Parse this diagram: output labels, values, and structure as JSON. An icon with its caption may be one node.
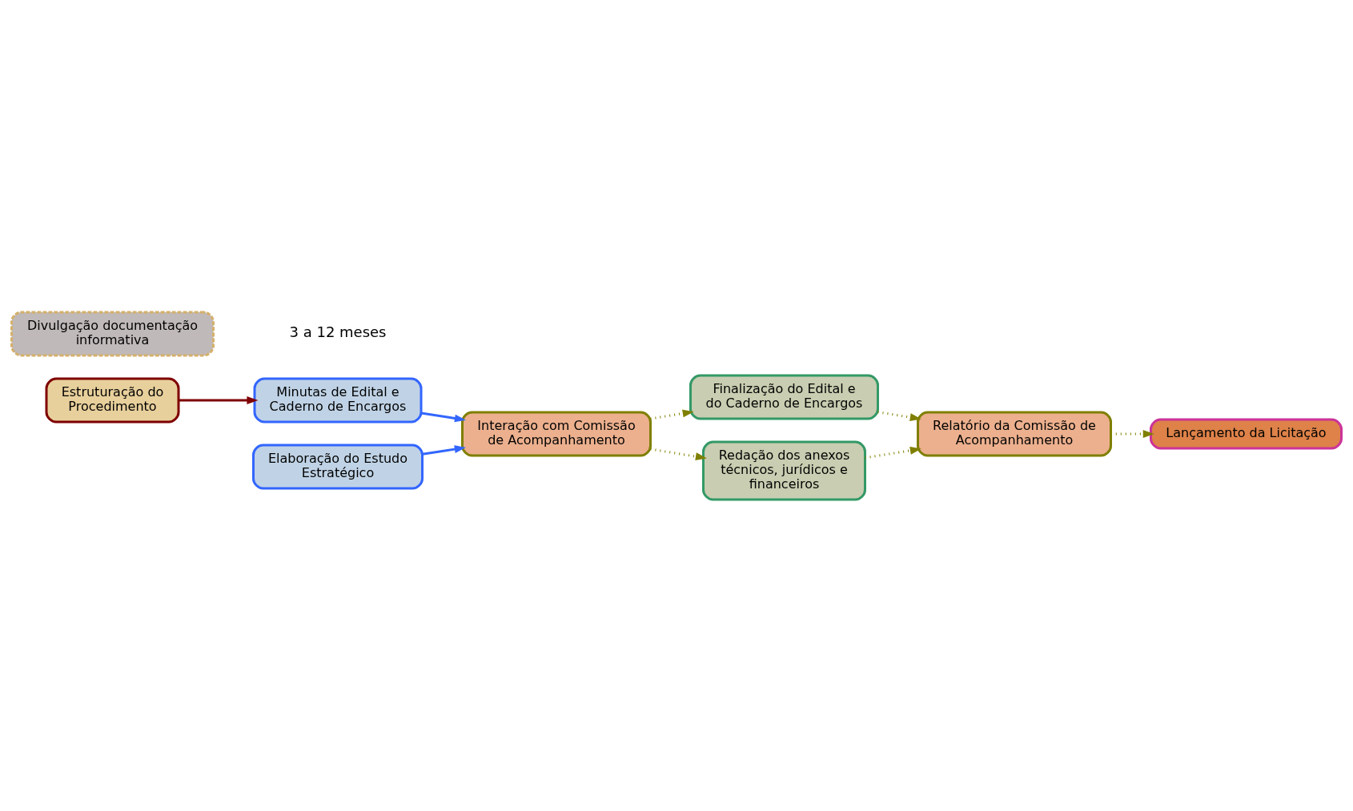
{
  "diagram": {
    "nodes": [
      {
        "text": [
          "Estruturação do Procedimento"
        ]
      },
      {
        "text": [
          "Minutas de Edital e Caderno de Encargos"
        ]
      },
      {
        "text": [
          "Elaboração do Estudo Estratégico"
        ]
      },
      {
        "text": [
          "Interação com Comissão de Acompanhamento"
        ]
      },
      {
        "text": [
          "Relatório da Comissão de Acompanhamento"
        ]
      },
      {
        "text": [
          "Lançamento da Licitação"
        ]
      },
      {
        "text": [
          "Finalização do Edital e do Caderno de Encargos"
        ]
      },
      {
        "text": [
          "Redação dos anexos técnicos, jurídicos e financeiros"
        ]
      },
      {
        "text": [
          "Divulgação documentação informativa"
        ]
      }
    ],
    "edges": [
      {
        "from": 0,
        "to": 1,
        "arrow": "to",
        "color": "#7f0000"
      },
      {
        "from": 1,
        "to": 3,
        "arrow": "to",
        "color": "#3366ff"
      },
      {
        "from": 2,
        "to": 3,
        "arrow": "to",
        "color": "#3366ff"
      },
      {
        "from": 3,
        "to": 6,
        "arrow": "to",
        "style": "dashed"
      },
      {
        "from": 3,
        "to": 7,
        "arrow": "to",
        "style": "dashed"
      },
      {
        "from": 6,
        "to": 4,
        "arrow": "to",
        "style": "dashed"
      },
      {
        "from": 7,
        "to": 4,
        "arrow": "to",
        "style": "dashed"
      },
      {
        "from": 4,
        "to": 5,
        "arrow": "to",
        "style": "dashed"
      }
    ],
    "labels": [
      "3 a 12 meses"
    ]
  }
}
